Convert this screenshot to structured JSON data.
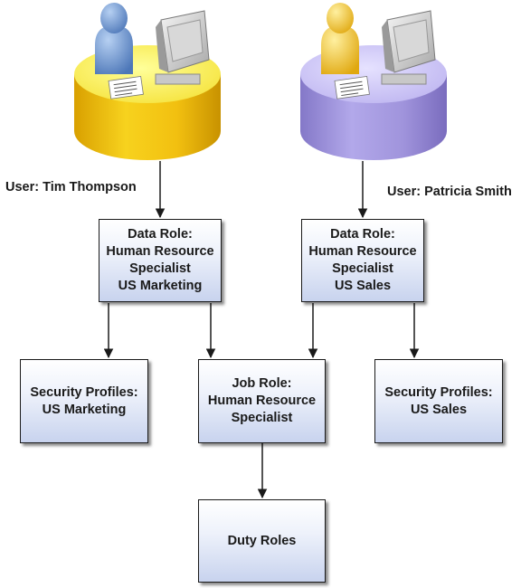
{
  "users": [
    {
      "id": "tim",
      "label": "User: Tim Thompson",
      "platform_color": "#f2c41a",
      "person_color": "#5c86c6"
    },
    {
      "id": "patricia",
      "label": "User: Patricia Smith",
      "platform_color": "#9d8fd6",
      "person_color": "#f0c424"
    }
  ],
  "nodes": {
    "data_role_marketing": "Data Role:\nHuman Resource\nSpecialist\nUS Marketing",
    "data_role_sales": "Data Role:\nHuman Resource\nSpecialist\nUS Sales",
    "security_profiles_marketing": "Security Profiles:\nUS Marketing",
    "job_role": "Job Role:\nHuman Resource\nSpecialist",
    "security_profiles_sales": "Security Profiles:\nUS Sales",
    "duty_roles": "Duty Roles"
  },
  "edges": [
    {
      "from": "user-tim",
      "to": "data_role_marketing"
    },
    {
      "from": "user-patricia",
      "to": "data_role_sales"
    },
    {
      "from": "data_role_marketing",
      "to": "security_profiles_marketing"
    },
    {
      "from": "data_role_marketing",
      "to": "job_role"
    },
    {
      "from": "data_role_sales",
      "to": "job_role"
    },
    {
      "from": "data_role_sales",
      "to": "security_profiles_sales"
    },
    {
      "from": "job_role",
      "to": "duty_roles"
    }
  ]
}
